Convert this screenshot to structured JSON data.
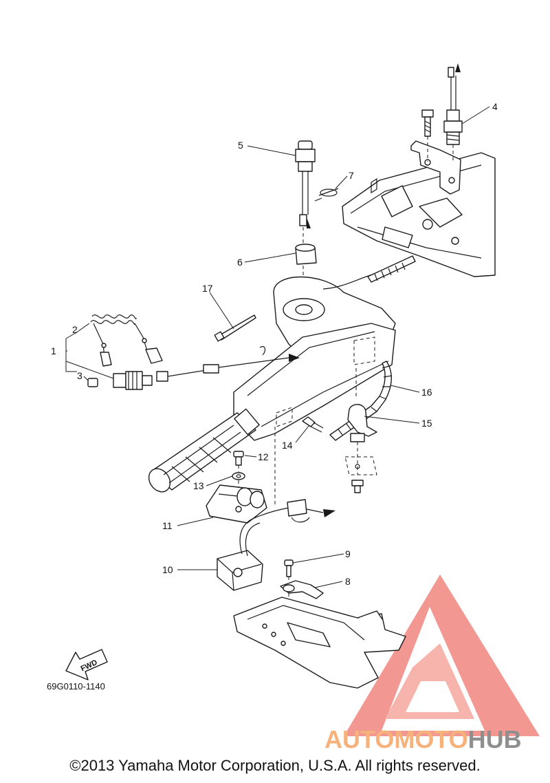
{
  "diagram": {
    "callouts": [
      "1",
      "2",
      "3",
      "4",
      "5",
      "6",
      "7",
      "8",
      "9",
      "10",
      "11",
      "12",
      "13",
      "14",
      "15",
      "16",
      "17"
    ],
    "fwd_label": "FWD",
    "ref_code": "69G0110-1140"
  },
  "watermark": {
    "part1": "AUTOMOTO",
    "part2": "HUB",
    "colors": {
      "triangle": "#f0867e",
      "auto": "#f6c07f",
      "moto": "#f3958a",
      "hub": "#9a9a9a"
    }
  },
  "footer": {
    "copyright": "©2013 Yamaha Motor Corporation, U.S.A. All rights reserved."
  }
}
